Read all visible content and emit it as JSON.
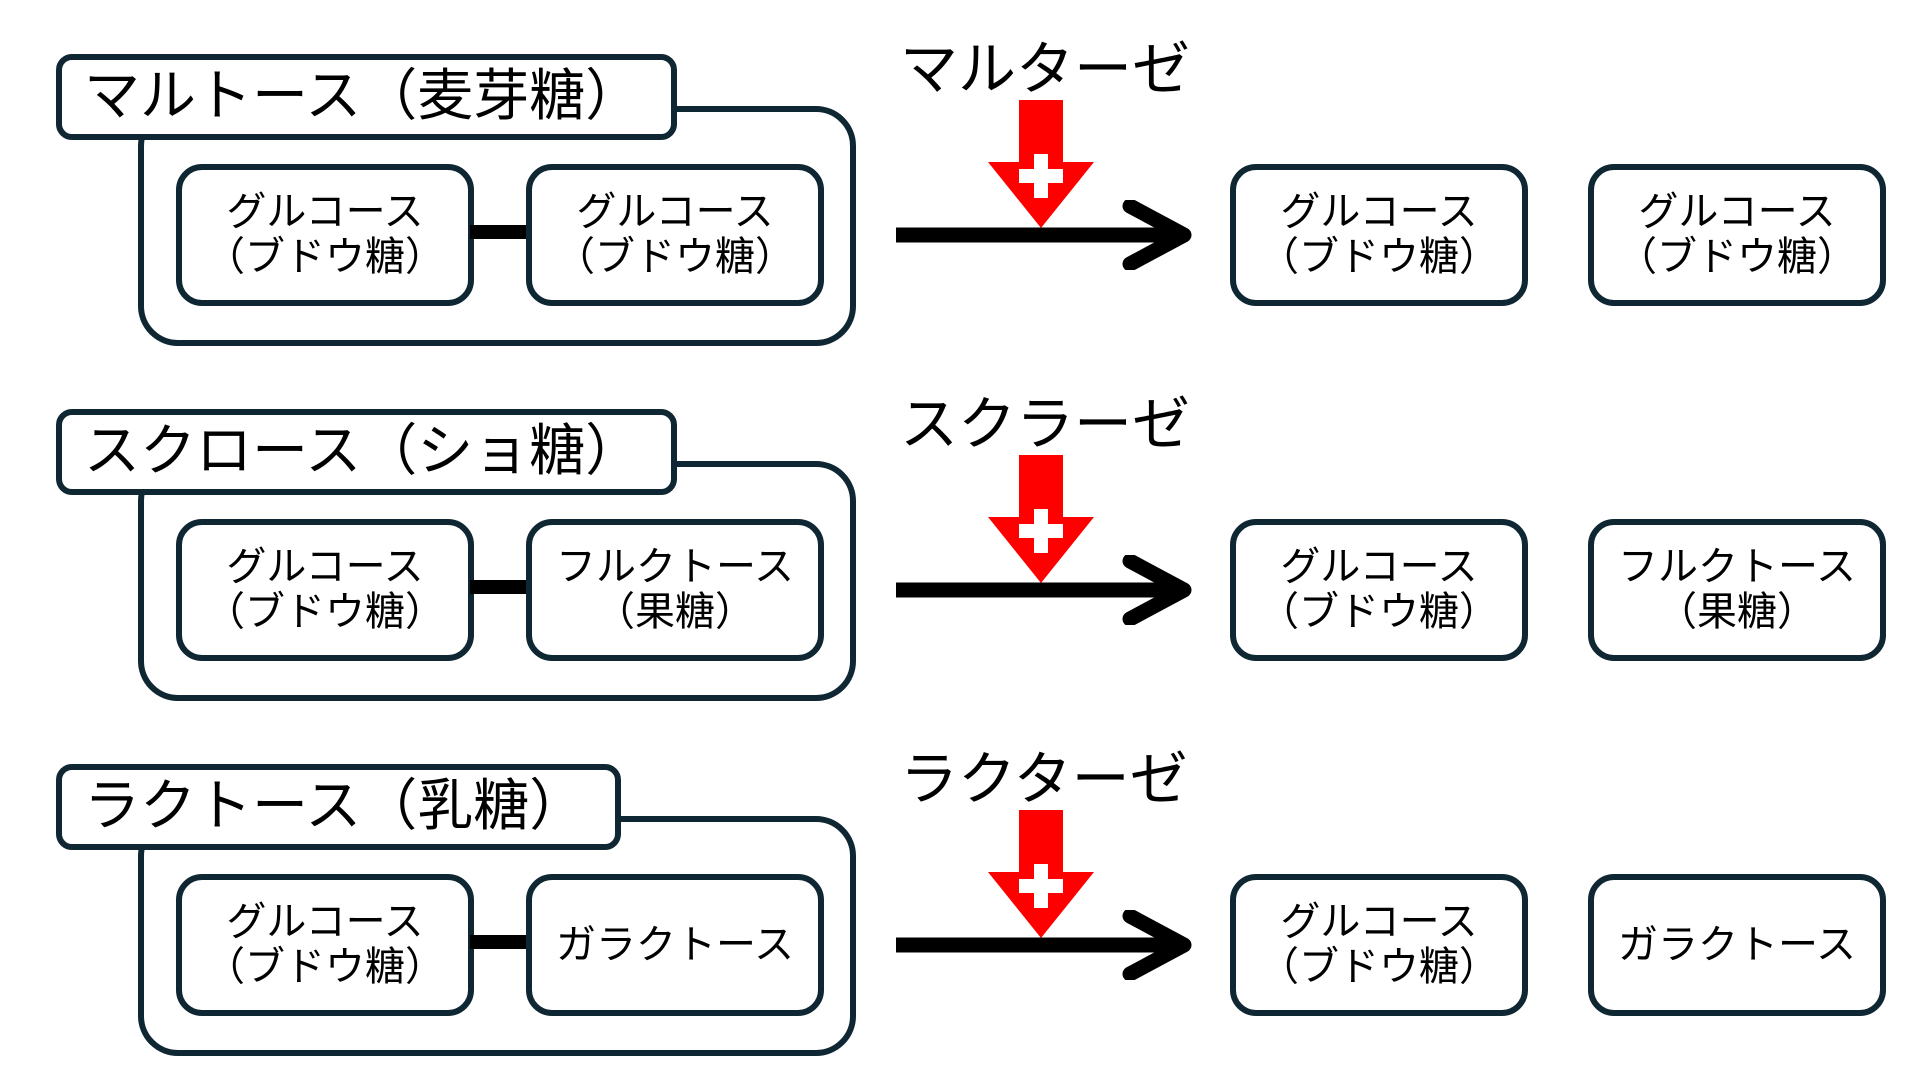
{
  "reactions": [
    {
      "sugar_name": "マルトース（麦芽糖）",
      "components": [
        {
          "name": "グルコース",
          "common": "（ブドウ糖）"
        },
        {
          "name": "グルコース",
          "common": "（ブドウ糖）"
        }
      ],
      "enzyme": "マルターゼ",
      "products": [
        {
          "name": "グルコース",
          "common": "（ブドウ糖）"
        },
        {
          "name": "グルコース",
          "common": "（ブドウ糖）"
        }
      ]
    },
    {
      "sugar_name": "スクロース（ショ糖）",
      "components": [
        {
          "name": "グルコース",
          "common": "（ブドウ糖）"
        },
        {
          "name": "フルクトース",
          "common": "（果糖）"
        }
      ],
      "enzyme": "スクラーゼ",
      "products": [
        {
          "name": "グルコース",
          "common": "（ブドウ糖）"
        },
        {
          "name": "フルクトース",
          "common": "（果糖）"
        }
      ]
    },
    {
      "sugar_name": "ラクトース（乳糖）",
      "components": [
        {
          "name": "グルコース",
          "common": "（ブドウ糖）"
        },
        {
          "name": "ガラクトース",
          "common": ""
        }
      ],
      "enzyme": "ラクターゼ",
      "products": [
        {
          "name": "グルコース",
          "common": "（ブドウ糖）"
        },
        {
          "name": "ガラクトース",
          "common": ""
        }
      ]
    }
  ],
  "colors": {
    "box_border": "#0f2633",
    "arrow": "#000000",
    "enzyme_arrow": "#ff0000",
    "plus": "#ffffff"
  },
  "icons": {
    "reaction": "right-arrow-icon",
    "enzyme": "red-down-arrow-with-plus-icon"
  }
}
